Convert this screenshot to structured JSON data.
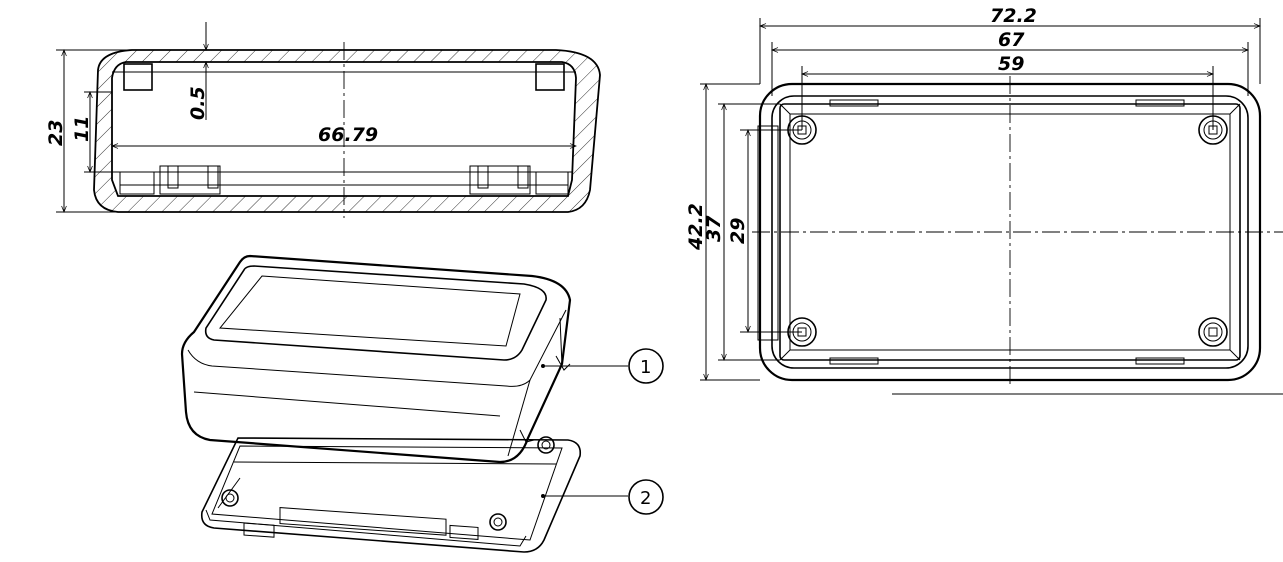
{
  "section_view": {
    "dim_height": "23",
    "dim_inner_height": "11",
    "dim_wall": "0.5",
    "dim_inner_width": "66.79"
  },
  "top_view": {
    "dim_width_outer": "72.2",
    "dim_width_mid": "67",
    "dim_width_holes": "59",
    "dim_height_outer": "42.2",
    "dim_height_mid": "37",
    "dim_height_holes": "29"
  },
  "iso_view": {
    "callout_1": "1",
    "callout_2": "2"
  },
  "colors": {
    "line": "#000000",
    "background": "#ffffff"
  }
}
